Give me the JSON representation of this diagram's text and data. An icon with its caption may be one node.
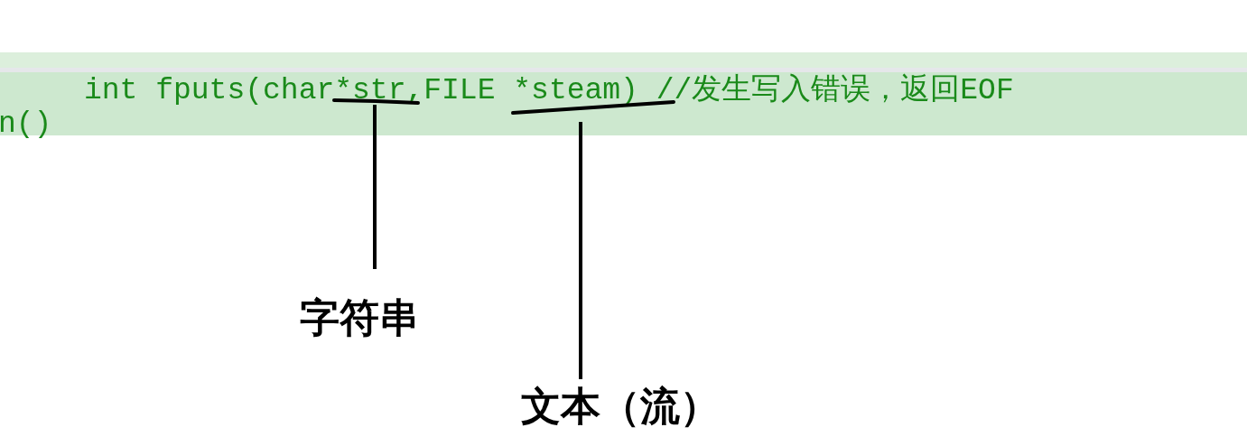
{
  "diagram": {
    "nodes": [
      {
        "text": [
          "字符串"
        ]
      },
      {
        "text": [
          "文本（流）"
        ]
      },
      {
        "text": [],
        "shape": "bar"
      },
      {
        "text": [],
        "shape": "bar"
      }
    ],
    "edges": [
      {
        "from": 0,
        "to": 2,
        "arrow": "none"
      },
      {
        "from": 1,
        "to": 3,
        "arrow": "none"
      }
    ],
    "labels": [
      "int fputs(char*str,FILE *steam) //发生写入错误，返回EOF",
      "n()"
    ]
  }
}
